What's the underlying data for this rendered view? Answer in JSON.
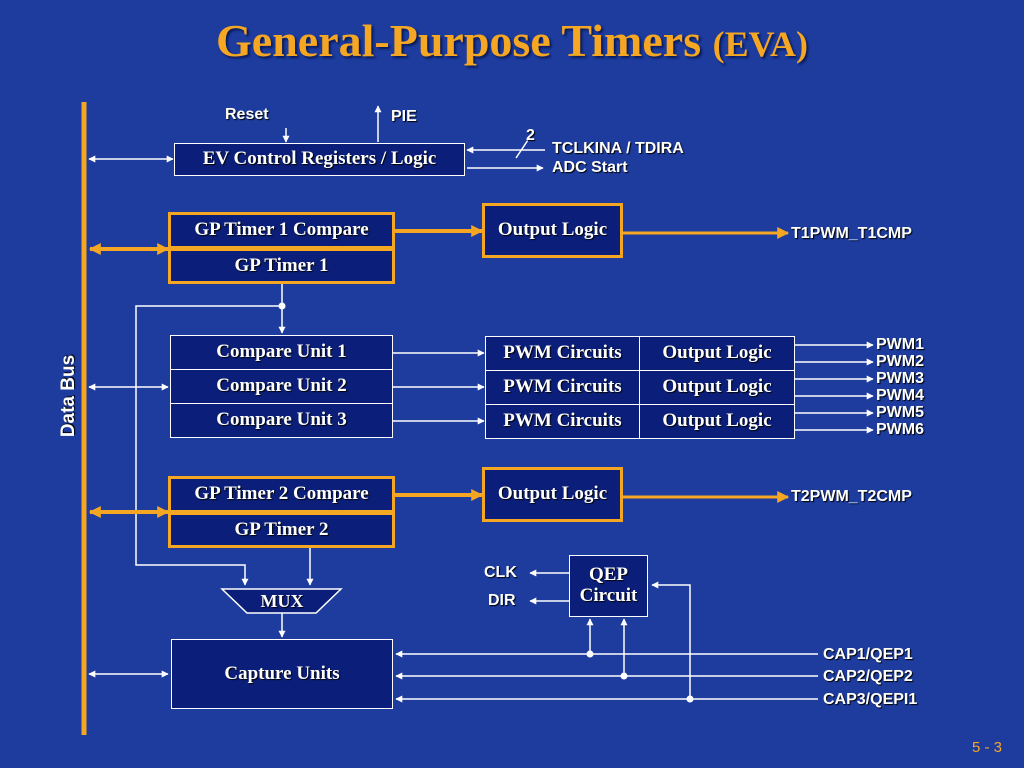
{
  "title": {
    "main": "General-Purpose Timers",
    "sub": "(EVA)"
  },
  "data_bus": "Data Bus",
  "control": {
    "reset": "Reset",
    "pie": "PIE",
    "block": "EV Control Registers / Logic",
    "bus_width": "2",
    "tclk": "TCLKINA / TDIRA",
    "adc": "ADC Start"
  },
  "timer1": {
    "compare": "GP Timer 1 Compare",
    "timer": "GP Timer 1",
    "output_logic": "Output Logic",
    "signal": "T1PWM_T1CMP"
  },
  "compare_units": [
    {
      "unit": "Compare Unit 1",
      "pwm": "PWM Circuits",
      "logic": "Output Logic",
      "out_a": "PWM1",
      "out_b": "PWM2"
    },
    {
      "unit": "Compare Unit 2",
      "pwm": "PWM Circuits",
      "logic": "Output Logic",
      "out_a": "PWM3",
      "out_b": "PWM4"
    },
    {
      "unit": "Compare Unit 3",
      "pwm": "PWM Circuits",
      "logic": "Output Logic",
      "out_a": "PWM5",
      "out_b": "PWM6"
    }
  ],
  "timer2": {
    "compare": "GP Timer 2 Compare",
    "timer": "GP Timer 2",
    "output_logic": "Output Logic",
    "signal": "T2PWM_T2CMP"
  },
  "mux": "MUX",
  "qep": {
    "line1": "QEP",
    "line2": "Circuit",
    "clk": "CLK",
    "dir": "DIR"
  },
  "capture": {
    "block": "Capture Units",
    "cap1": "CAP1/QEP1",
    "cap2": "CAP2/QEP2",
    "cap3": "CAP3/QEPI1"
  },
  "page_number": "5 - 3",
  "colors": {
    "background": "#1d3c9e",
    "accent": "#f5a623",
    "box_fill": "#0b1f7a",
    "line": "#ffffff"
  }
}
